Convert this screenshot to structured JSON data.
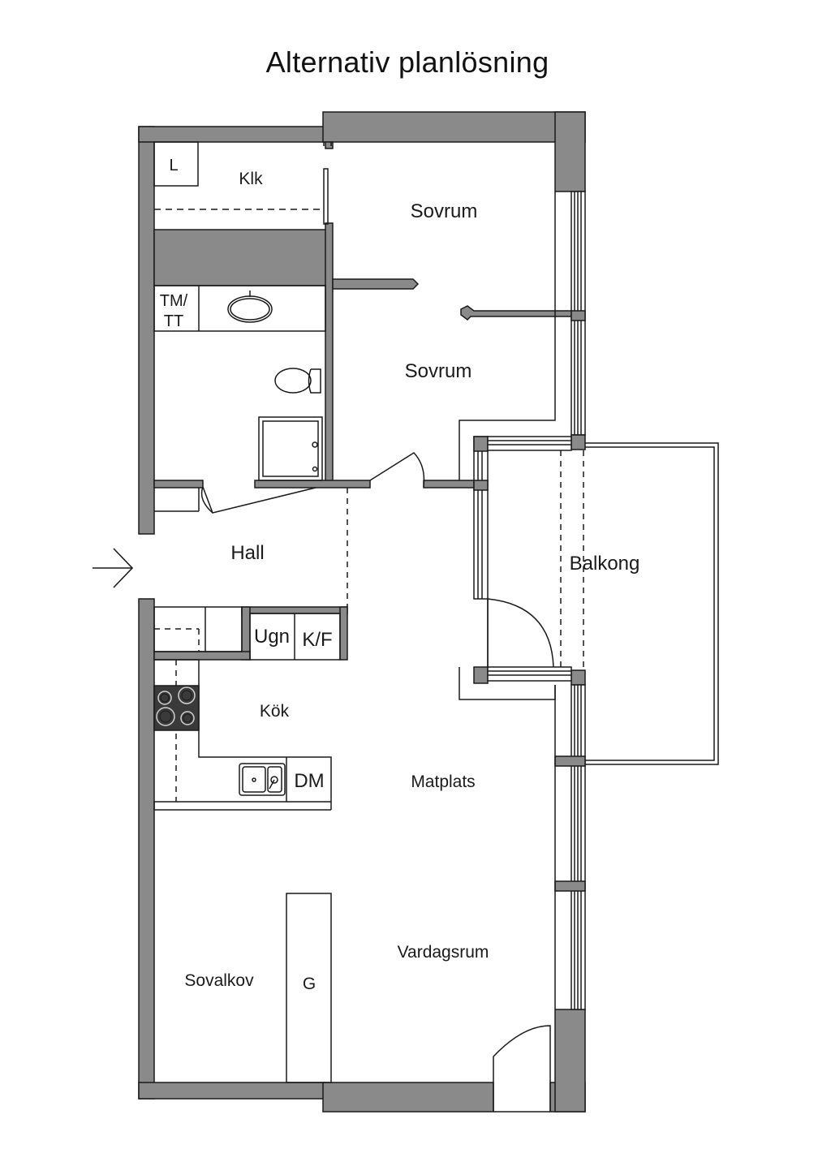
{
  "title": "Alternativ planlösning",
  "colors": {
    "wall": "#8a8a8a",
    "line": "#1a1a1a",
    "background": "#ffffff",
    "stove": "#3a3a3a"
  },
  "rooms": {
    "klk": "Klk",
    "linen": "L",
    "sovrum_1": "Sovrum",
    "sovrum_2": "Sovrum",
    "laundry": "TM/",
    "laundry_2": "TT",
    "hall": "Hall",
    "balkong": "Balkong",
    "ugn": "Ugn",
    "kf": "K/F",
    "kok": "Kök",
    "dm": "DM",
    "matplats": "Matplats",
    "vardagsrum": "Vardagsrum",
    "sovalkov": "Sovalkov",
    "garderob": "G"
  },
  "icons": {
    "entrance": "arrow-right-icon",
    "sink": "washbasin-icon",
    "toilet": "toilet-icon",
    "shower": "shower-icon",
    "stove": "stove-icon",
    "kitchen_sink": "kitchen-sink-icon"
  }
}
